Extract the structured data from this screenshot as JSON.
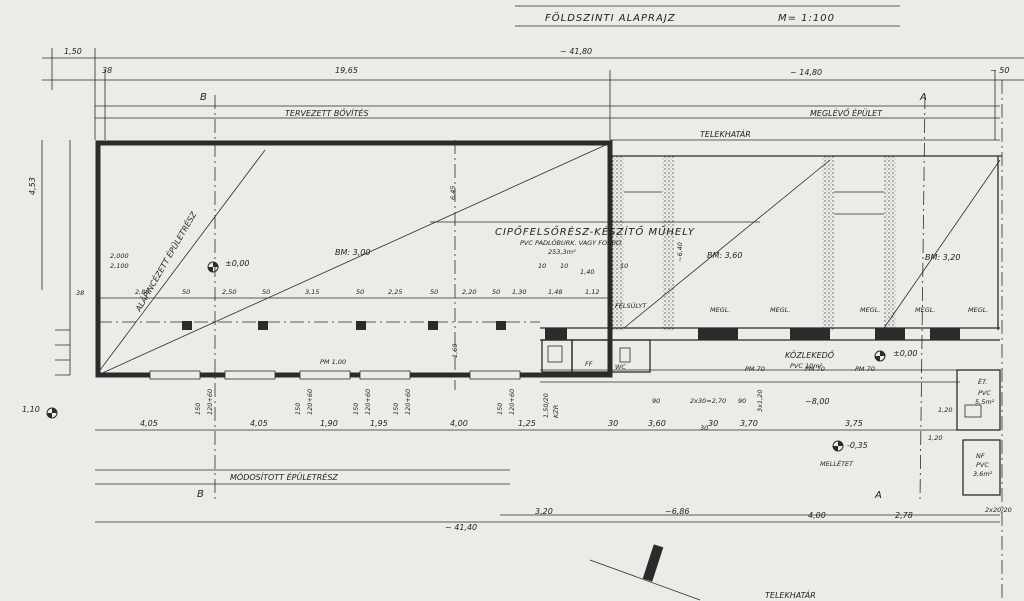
{
  "header": {
    "title": "FÖLDSZINTI ALAPRAJZ",
    "scale": "M= 1:100"
  },
  "colors": {
    "paper": "#ecebe7",
    "ink": "#2b2b2b"
  },
  "top_dimensions": {
    "d1": "1,50",
    "d2": "~ 41,80",
    "d3": "38",
    "d4": "19,65",
    "d5": "~ 14,80",
    "d6": "~ 50"
  },
  "section_labels": {
    "b_top": "B",
    "b_bottom": "B",
    "a_top": "A",
    "a_bottom": "A"
  },
  "zone_labels": {
    "planned": "TERVEZETT BŐVÍTÉS",
    "existing": "MEGLÉVŐ ÉPÜLET",
    "boundary_top": "TELEKHATÁR",
    "modified": "MÓDOSÍTOTT ÉPÜLETRÉSZ",
    "boundary_bottom": "TELEKHATÁR",
    "basement_part": "ALÁPINCÉZETT ÉPÜLETRÉSZ"
  },
  "rooms": {
    "workshop_name": "CIPŐFELSŐRÉSZ-KÉSZÍTŐ MŰHELY",
    "workshop_floor": "PVC PADLÓBURK. VAGY FORBO",
    "workshop_area": "253,3m²",
    "corridor_name": "KÖZLEKEDŐ",
    "corridor_area": "PVC 10m²",
    "et_name": "ÉT.",
    "et_floor": "PVC",
    "et_area": "5,5m²",
    "ff_name": "FF",
    "wc_name": "WC",
    "nf_name": "NF",
    "nf_floor": "PVC",
    "nf_area": "3,6m²"
  },
  "levels": {
    "l1": "±0,00",
    "l2": "±0,00",
    "l3": "-0,35",
    "l4": "1,10"
  },
  "diagonals": {
    "dg1": "BM: 3,00",
    "dg2": "BM: 3,60",
    "dg3": "BM: 3,20"
  },
  "left_dims": {
    "v1": "4,53",
    "v2": "2,000",
    "v3": "2,100",
    "v4": "38"
  },
  "interior_dims": [
    "2,80",
    "50",
    "2,50",
    "50",
    "3,15",
    "50",
    "2,25",
    "50",
    "2,20",
    "50",
    "1,30",
    "1,48",
    "1,12",
    "1,40",
    "10",
    "10",
    "10",
    "6,45",
    "~6,40",
    "1,60"
  ],
  "window_dims": [
    "150",
    "120+60",
    "150",
    "120+60",
    "150",
    "120+60",
    "150",
    "120+60",
    "150",
    "120+60",
    "1,50/20",
    "KZR"
  ],
  "bottom_dims": [
    "4,05",
    "4,05",
    "1,90",
    "1,95",
    "4,00",
    "1,25",
    "30",
    "3,60",
    "30",
    "3,70",
    "3,75",
    "1,20",
    "1,20"
  ],
  "mid_dims": [
    "90",
    "2x30=2,70",
    "90",
    "3x1,20",
    "~8,00",
    "30",
    "3,20",
    "~6,86",
    "4,00",
    "2,78",
    "~ 41,40",
    "2x20/20"
  ],
  "misc": {
    "pm1": "PM 1,00",
    "pm2": "PM 70",
    "pm3": "PM 70",
    "pm4": "PM 70",
    "note1": "MELLÉTET",
    "sign": "FÉLSÚLYT",
    "w1": "MEGL.",
    "w2": "MEGL.",
    "w3": "MEGL.",
    "w4": "MEGL.",
    "w5": "MEGL."
  }
}
